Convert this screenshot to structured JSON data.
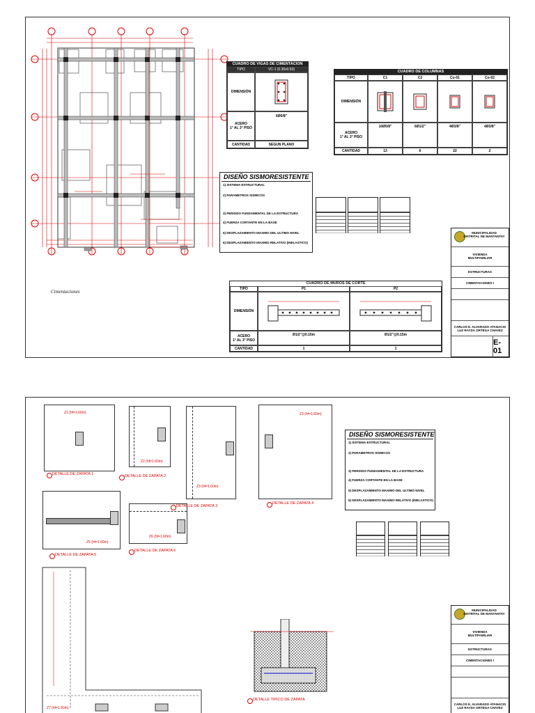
{
  "sheet1": {
    "plan_label": "Cimentaciones",
    "vigas_table": {
      "title": "CUADRO DE VIGAS DE CIMENTACION",
      "col_tipo": "TIPO",
      "col_type": "VC-1 (0.30x0.50)",
      "row_dim": "DIMENSIÓN",
      "row_acero": "ACERO\n1° AL 3° PISO",
      "acero_val": "6Ø5/8\"",
      "row_cantidad": "CANTIDAD",
      "cantidad_val": "SEGUN PLANO"
    },
    "columnas_table": {
      "title": "CUADRO DE COLUMNAS",
      "col_tipo": "TIPO",
      "types": [
        "C1",
        "C2",
        "Co-01",
        "Co-02"
      ],
      "row_dim": "DIMENSIÓN",
      "row_acero": "ACERO\n1° AL 3° PISO",
      "acero_vals": [
        "10Ø5/8\"",
        "6Ø1/2\"",
        "4Ø3/8\"",
        "4Ø3/8\""
      ],
      "row_cantidad": "CANTIDAD",
      "cantidad_vals": [
        "13",
        "6",
        "22",
        "2"
      ]
    },
    "diseno": {
      "title": "DISEÑO SISMORESISTENTE",
      "items": [
        "1) SISTEMA ESTRUCTURAL",
        "2) PARAMETROS SISMICOS",
        "3) PERIODO FUNDAMENTAL DE LA ESTRUCTURA",
        "4) FUERZA CORTANTE EN LA BASE",
        "5) DESPLAZAMIENTO MAXIMO DEL ULTIMO NIVEL",
        "6) DESPLAZAMIENTO MAXIMO RELATIVO (INELASTICO)"
      ]
    },
    "muros_table": {
      "title": "CUADRO DE MUROS DE CORTE",
      "col_tipo": "TIPO",
      "types": [
        "P1",
        "P2"
      ],
      "row_dim": "DIMENSIÓN",
      "row_acero": "ACERO\n1° AL 3° PISO",
      "acero_vals": [
        "Ø1/2\"@0.15m",
        "Ø1/2\"@0.15m"
      ],
      "row_cantidad": "CANTIDAD",
      "cantidad_vals": [
        "1",
        "1"
      ]
    },
    "title_block": {
      "org": "MUNICIPALIDAD\nDISTRITAL DE MANTANTAY",
      "project": "VIVIENDA\nMULTIFAMILIAR",
      "specialty": "ESTRUCTURAS",
      "plan": "CIMENTACIONES I",
      "authors": "CARLOS E. ALVARADO ATANACIO\nLUZ RAYDA ORTEGA CHAVEZ",
      "sheet": "E-01"
    }
  },
  "sheet2": {
    "zapatas": [
      {
        "label": "Z1 (hf=1.60m)",
        "detail": "DETALLE DE ZAPATA 1"
      },
      {
        "label": "Z2 (hf=1.60m)",
        "detail": "DETALLE DE ZAPATA 2"
      },
      {
        "label": "Z3 (hf=1.60m)",
        "detail": "DETALLE DE ZAPATA 3"
      },
      {
        "label": "Z3 (hf=1.60m)",
        "detail": "DETALLE DE ZAPATA 4"
      },
      {
        "label": "Z5 (hf=1.60m)",
        "detail": "DETALLE DE ZAPATA 5"
      },
      {
        "label": "Z6 (hf=1.60m)",
        "detail": "DETALLE DE ZAPATA 6"
      },
      {
        "label": "Z7 (hf=1.60m)",
        "detail": ""
      }
    ],
    "tipico": "DETALLE TIPICO DE ZAPATA",
    "diseno_title": "DISEÑO SISMORESISTENTE",
    "diseno_items": [
      "1) SISTEMA ESTRUCTURAL",
      "2) PARAMETROS SISMICOS",
      "3) PERIODO FUNDAMENTAL DE LA ESTRUCTURA",
      "4) FUERZA CORTANTE EN LA BASE",
      "5) DESPLAZAMIENTO MAXIMO DEL ULTIMO NIVEL",
      "6) DESPLAZAMIENTO MAXIMO RELATIVO (INELASTICO)"
    ],
    "title_block": {
      "org": "MUNICIPALIDAD\nDISTRITAL DE MANTANTAY",
      "project": "VIVIENDA\nMULTIFAMILIAR",
      "specialty": "ESTRUCTURAS",
      "plan": "CIMENTACIONES I",
      "authors": "CARLOS E. ALVARADO ATANACIO\nLUZ RAYDA ORTEGA CHAVEZ"
    }
  }
}
